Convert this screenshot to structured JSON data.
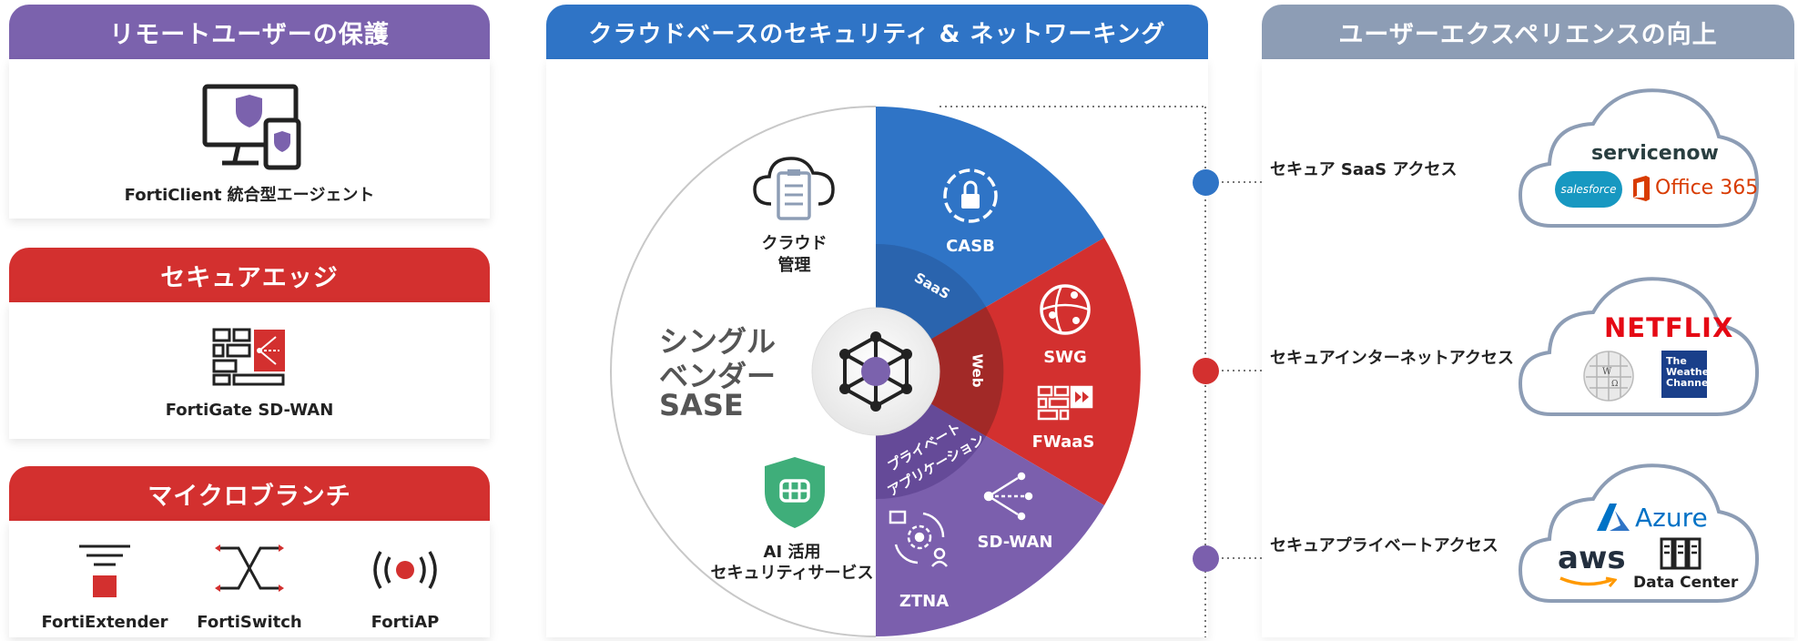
{
  "left": {
    "remote_users": {
      "header": "リモートユーザーの保護",
      "caption": "FortiClient 統合型エージェント"
    },
    "secure_edge": {
      "header": "セキュアエッジ",
      "caption": "FortiGate SD-WAN"
    },
    "micro_branch": {
      "header": "マイクロブランチ",
      "items": [
        "FortiExtender",
        "FortiSwitch",
        "FortiAP"
      ]
    }
  },
  "center": {
    "header": "クラウドベースのセキュリティ & ネットワーキング",
    "hub_title_lines": [
      "シングル",
      "ベンダー",
      "SASE"
    ],
    "cloud_mgmt_lines": [
      "クラウド",
      "管理"
    ],
    "ai_lines": [
      "AI 活用",
      "セキュリティサービス"
    ],
    "segments": {
      "casb": "CASB",
      "swg": "SWG",
      "fwaas": "FWaaS",
      "sdwan": "SD-WAN",
      "ztna": "ZTNA"
    },
    "ring_labels": {
      "saas": "SaaS",
      "web": "Web",
      "private_line1": "プライベート",
      "private_line2": "アプリケーション"
    }
  },
  "right": {
    "header": "ユーザーエクスペリエンスの向上",
    "access": [
      {
        "label": "セキュア SaaS アクセス",
        "color": "#2f74c6"
      },
      {
        "label": "セキュアインターネットアクセス",
        "color": "#d3302f"
      },
      {
        "label": "セキュアプライベートアクセス",
        "color": "#7b5fad"
      }
    ],
    "logos": {
      "servicenow": "servicenow",
      "salesforce": "salesforce",
      "office365": "Office 365",
      "netflix": "NETFLIX",
      "weather_line1": "The",
      "weather_line2": "Weather",
      "weather_line3": "Channel",
      "azure": "Azure",
      "aws": "aws",
      "datacenter": "Data Center"
    }
  },
  "colors": {
    "purple": "#7b62ad",
    "red": "#d3302f",
    "blue": "#2f74c6",
    "slate": "#8d9db5"
  }
}
